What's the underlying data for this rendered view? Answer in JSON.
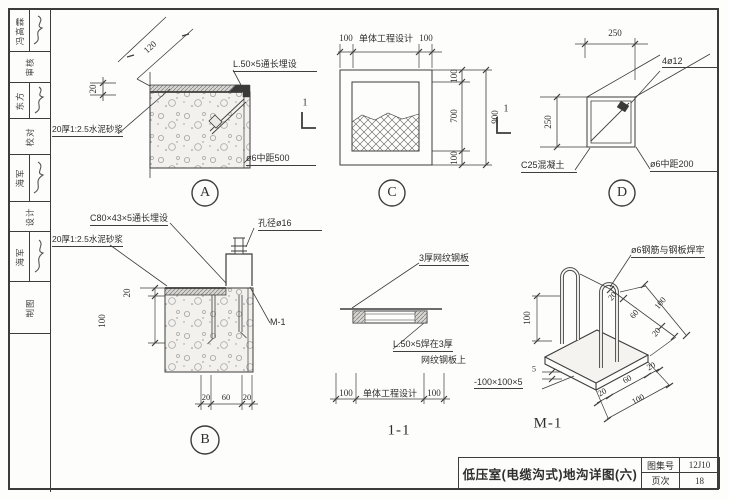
{
  "sheet": {
    "title": "低压室(电缆沟式)地沟详图(六)",
    "atlas_label": "图集号",
    "atlas_no": "12J10",
    "page_label": "页次",
    "page_no": "18"
  },
  "signoff": {
    "rows": [
      {
        "name": "冯高霖",
        "title": "审核"
      },
      {
        "name": "东方",
        "title": "校对"
      },
      {
        "name": "海军",
        "title": "设计"
      },
      {
        "name": "海军",
        "title": "制图"
      }
    ]
  },
  "detail_a": {
    "bubble": "A",
    "dim_top": "120",
    "dim_left": "20",
    "note_angle": "L.50×5通长埋设",
    "note_mortar": "20厚1:2.5水泥砂浆",
    "note_rebar": "ø6中距500"
  },
  "detail_b": {
    "bubble": "B",
    "note_channel": "C80×43×5通长埋设",
    "note_hole": "孔径ø16",
    "note_mortar": "20厚1:2.5水泥砂浆",
    "note_anchor": "M-1",
    "dim_20": "20",
    "dim_100": "100",
    "dims_bottom": [
      "20",
      "60",
      "20"
    ]
  },
  "detail_c": {
    "bubble": "C",
    "section_mark": "1",
    "dims_top": [
      "100",
      "单体工程设计",
      "100"
    ],
    "dims_right": [
      "100",
      "700",
      "100"
    ],
    "dim_overall": "900"
  },
  "detail_d": {
    "bubble": "D",
    "dim_top": "250",
    "dim_left": "250",
    "note_rebar_main": "4ø12",
    "note_concrete": "C25混凝土",
    "note_stirrup": "ø6中距200"
  },
  "section_11": {
    "title": "1-1",
    "note_plate": "3厚网纹钢板",
    "note_angle_line1": "L.50×5焊在3厚",
    "note_angle_line2": "网纹钢板上",
    "dims_bottom": [
      "100",
      "单体工程设计",
      "100"
    ]
  },
  "detail_m1": {
    "title": "M-1",
    "note_weld": "ø6钢筋与钢板焊牢",
    "note_plate": "-100×100×5",
    "dim_height": "100",
    "dim_thickness": "5",
    "dims_right": [
      "20",
      "60",
      "20"
    ],
    "dim_right_total": "100",
    "dims_bottom": [
      "20",
      "60",
      "20"
    ],
    "dim_bottom_total": "100"
  },
  "colors": {
    "line": "#3c3c3c",
    "paper": "#fdfdfb"
  }
}
